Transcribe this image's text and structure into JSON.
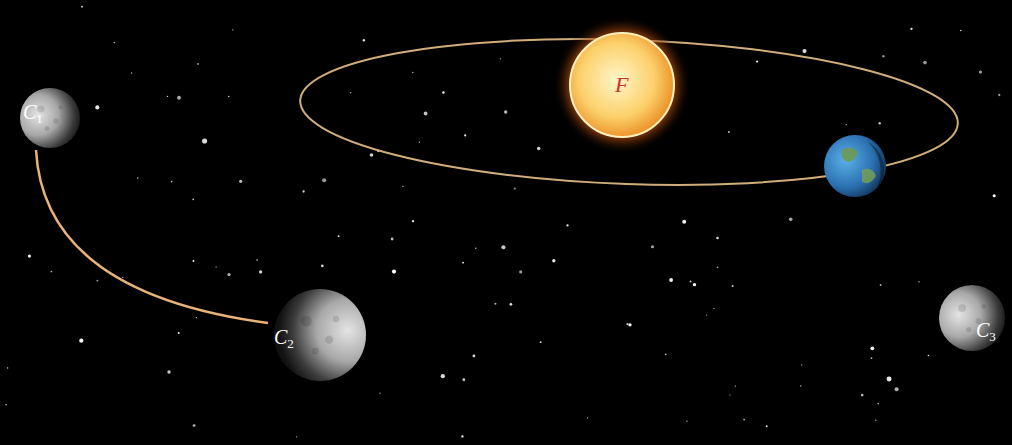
{
  "diagram": {
    "nodes": [
      {
        "text": [
          "F"
        ]
      },
      {
        "text": [
          "C1"
        ]
      },
      {
        "text": [
          "C2"
        ]
      },
      {
        "text": [
          "C3"
        ]
      }
    ],
    "edges": [
      {
        "from": 1,
        "to": 2,
        "arrow": "none"
      }
    ]
  }
}
